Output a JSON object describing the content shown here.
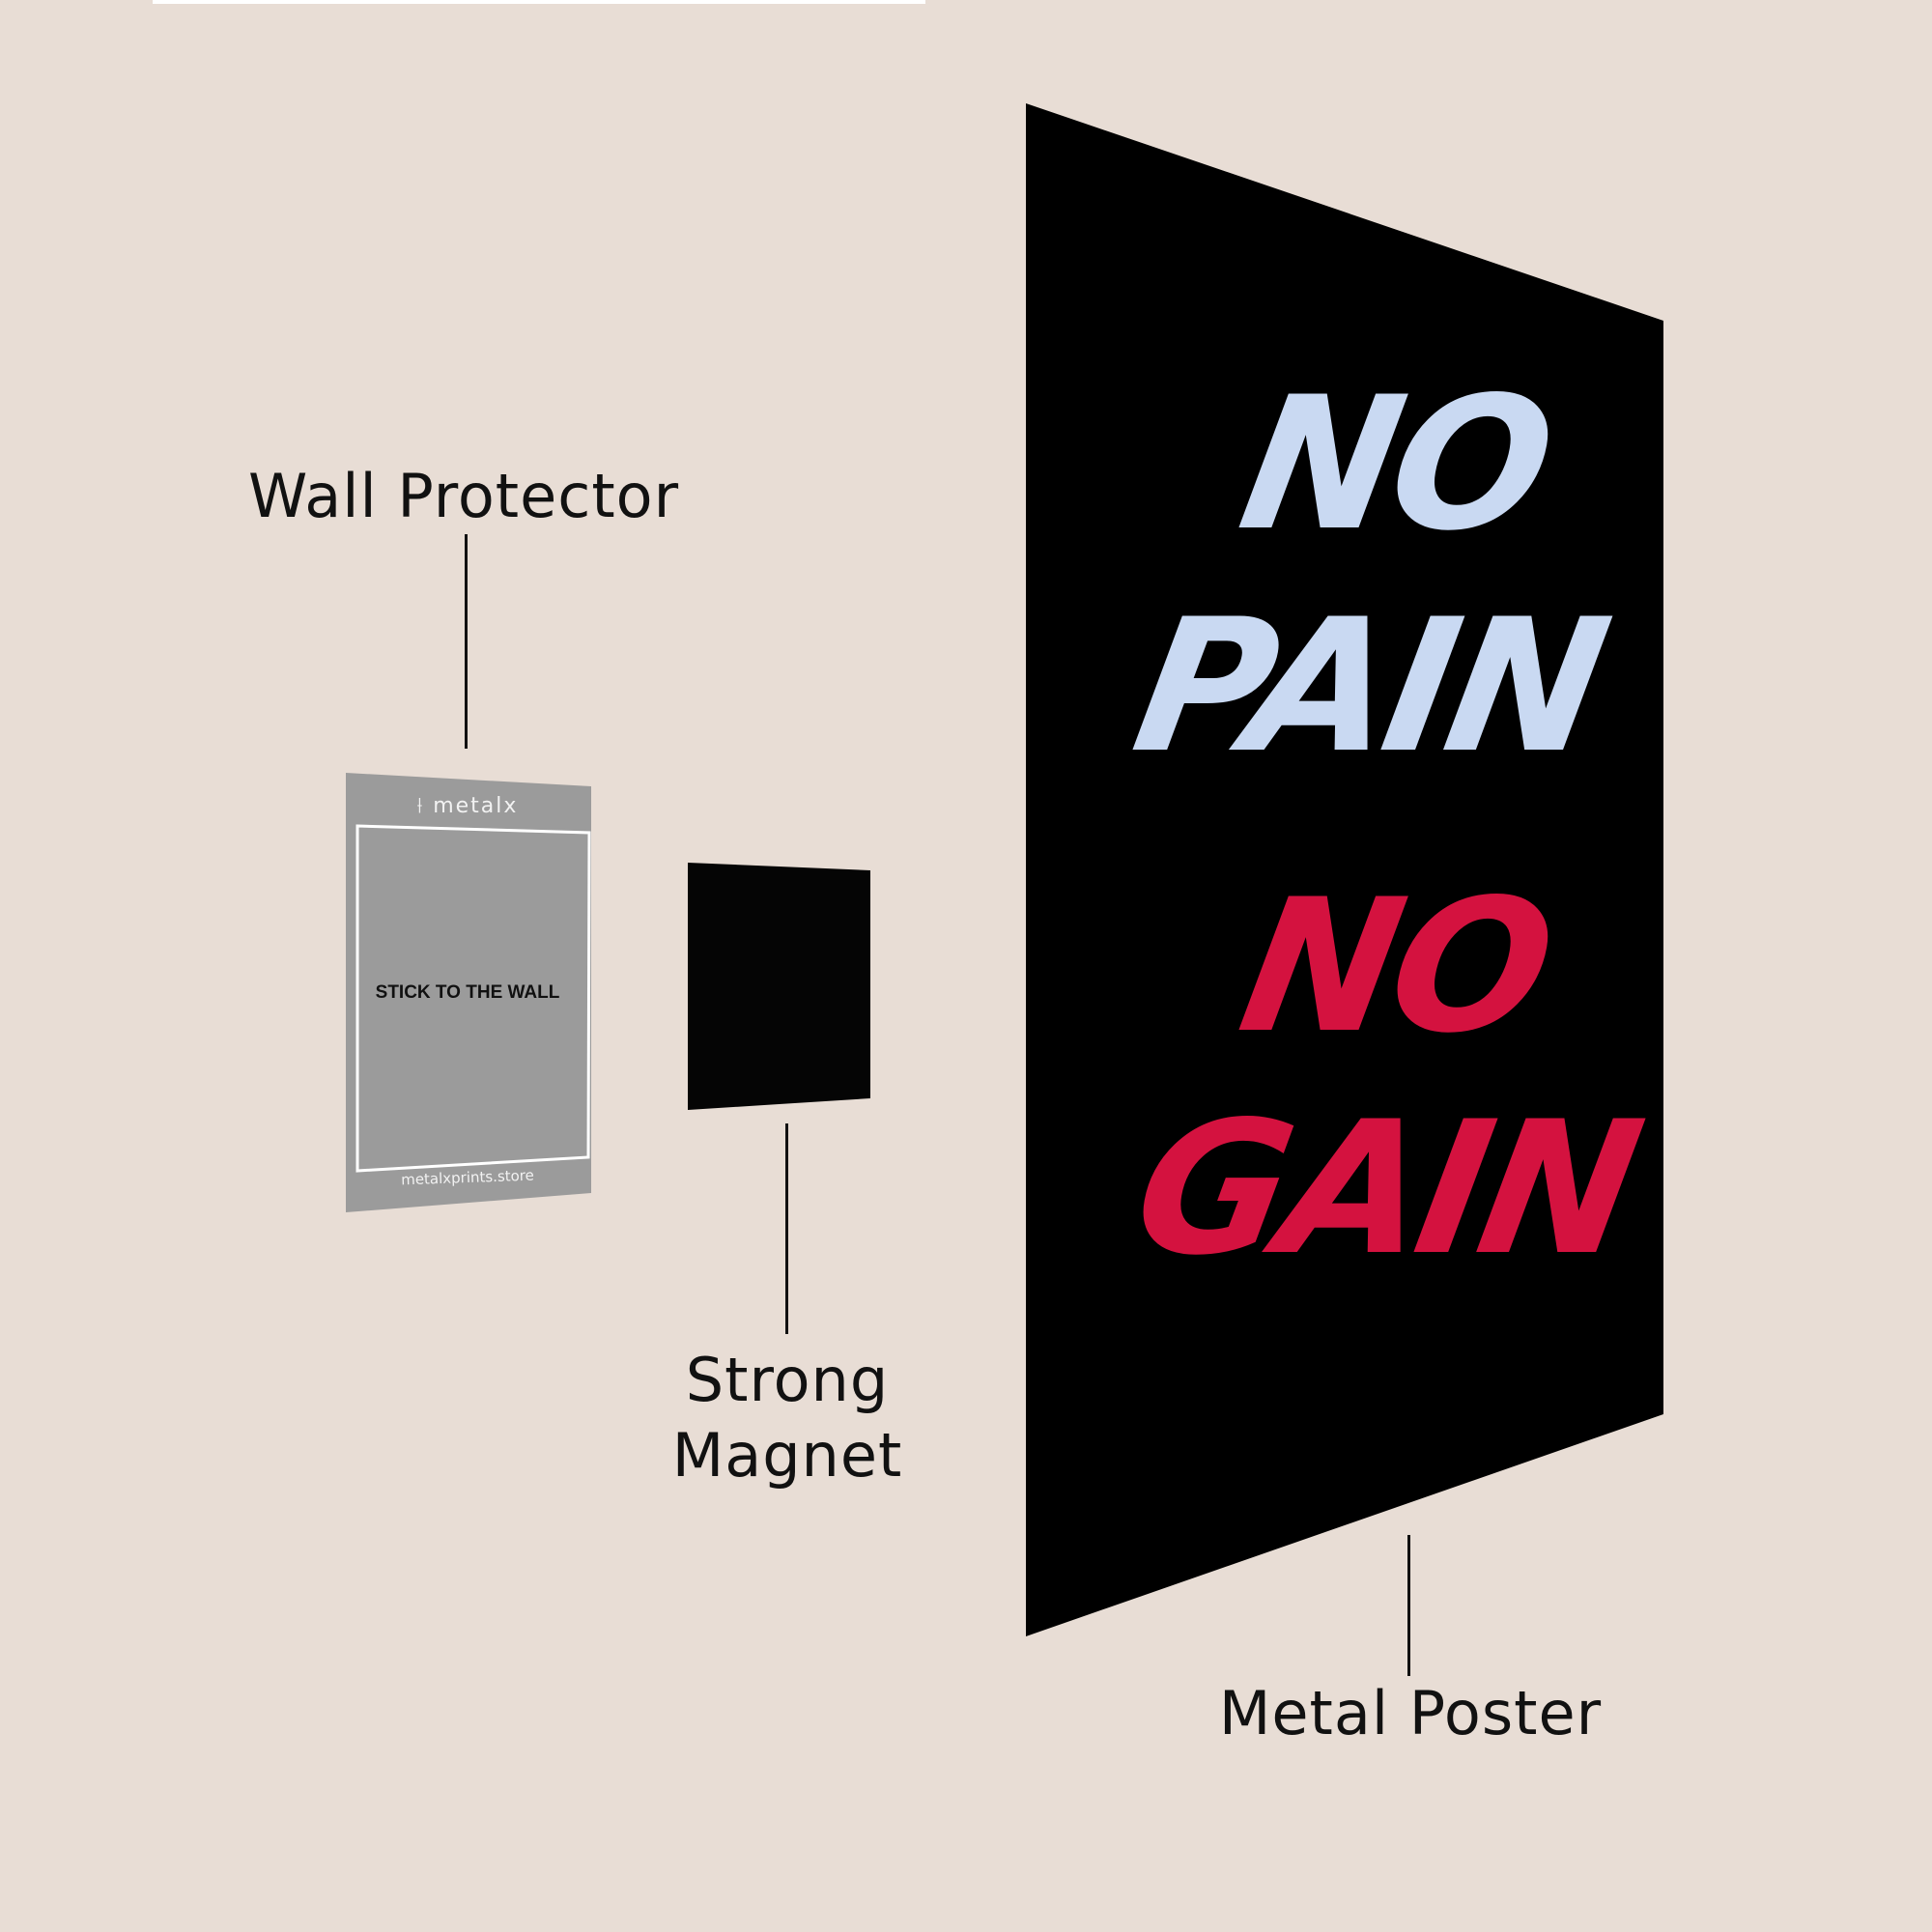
{
  "labels": {
    "wall_protector": "Wall Protector",
    "strong_magnet_line1": "Strong",
    "strong_magnet_line2": "Magnet",
    "metal_poster": "Metal Poster"
  },
  "wall_protector_card": {
    "brand": "metalx",
    "logo_icon": "metalx-logo-icon",
    "instruction": "STICK TO THE WALL",
    "website": "metalxprints.store",
    "card_color": "#9b9b9b",
    "border_color": "#ffffff"
  },
  "magnet": {
    "color": "#050505"
  },
  "poster": {
    "background": "#000000",
    "line1": "NO",
    "line2": "PAIN",
    "line3": "NO",
    "line4": "GAIN",
    "color_top": "#c9d9f2",
    "color_bottom": "#d4123f"
  },
  "colors": {
    "background": "#e8ddd5",
    "text": "#111111"
  }
}
